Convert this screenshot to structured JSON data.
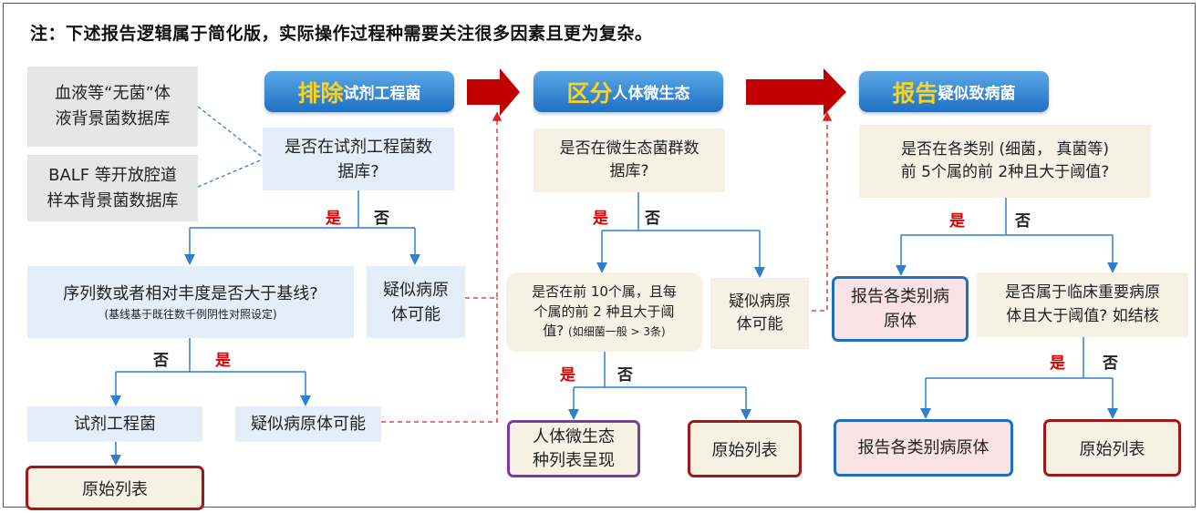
{
  "note": "注：下述报告逻辑属于简化版，实际操作过程种需要关注很多因素且更为复杂。",
  "sources": {
    "blood_db": [
      "血液等“无菌”体",
      "液背景菌数据库"
    ],
    "balf_db": [
      "BALF 等开放腔道",
      "样本背景菌数据库"
    ]
  },
  "headers": [
    {
      "big": "排除",
      "small": "试剂工程菌"
    },
    {
      "big": "区分",
      "small": "人体微生态"
    },
    {
      "big": "报告",
      "small": "疑似致病菌"
    }
  ],
  "col1": {
    "question": [
      "是否在试剂工程菌数",
      "据库?"
    ],
    "yes": "是",
    "no": "否",
    "baseline_question": "序列数或者相对丰度是否大于基线?",
    "baseline_note": "(基线基于既往数千例阴性对照设定)",
    "suspect_pathogen": [
      "疑似病原",
      "体可能"
    ],
    "reagent_bacteria": "试剂工程菌",
    "suspect_pathogen_2": "疑似病原体可能",
    "raw_list": "原始列表"
  },
  "col2": {
    "question": [
      "是否在微生态菌群数",
      "据库?"
    ],
    "yes": "是",
    "no": "否",
    "top_question": [
      "是否在前 10个属，且每",
      "个属的前 2 种且大于阈",
      "值?"
    ],
    "top_question_note": "(如细菌一般 > 3条)",
    "suspect_pathogen": [
      "疑似病原",
      "体可能"
    ],
    "microbiome_list": [
      "人体微生态",
      "种列表呈现"
    ],
    "raw_list": "原始列表"
  },
  "col3": {
    "question": [
      "是否在各类别 (细菌，  真菌等)",
      "前 5个属的前 2种且大于阈值?"
    ],
    "yes": "是",
    "no": "否",
    "report_box": [
      "报告各类别病",
      "原体"
    ],
    "clinical_question": [
      "是否属于临床重要病原",
      "体且大于阈值? 如结核"
    ],
    "report_all": "报告各类别病原体",
    "raw_list": "原始列表"
  },
  "colors": {
    "header_blue": "#1f6fc4",
    "header_gold": "#ffd21a",
    "arrow_red": "#c00000",
    "yes_red": "#e00000",
    "line_blue": "#2f7fcf"
  }
}
